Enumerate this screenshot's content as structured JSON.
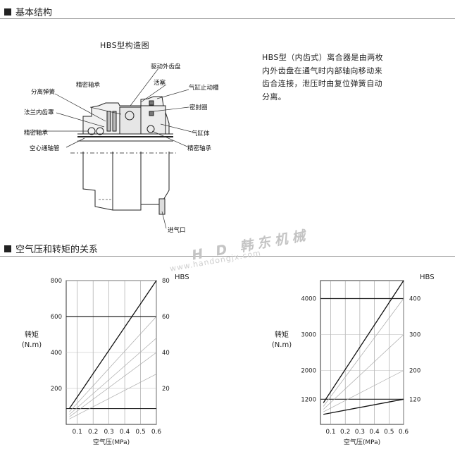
{
  "section1": {
    "title": "基本结构"
  },
  "section2": {
    "title": "空气压和转矩的关系"
  },
  "diagram": {
    "title": "HBS型构造图",
    "labels": {
      "drive_outer_gear": "驱动外齿盘",
      "piston": "活塞",
      "precision_bearing_top": "精密轴承",
      "cylinder_stop_groove": "气缸止动槽",
      "separation_spring": "分离弹簧",
      "seal_ring": "密封圈",
      "flange_inner_gear_cover": "法兰内齿罩",
      "precision_bearing_left": "精密轴承",
      "cylinder_body": "气缸体",
      "hollow_shaft_tube": "空心通轴管",
      "precision_bearing_right": "精密轴承",
      "air_inlet": "进气口"
    }
  },
  "description": "HBS型（内齿式）离合器是由两枚内外齿盘在通气时内部轴向移动来齿合连接，泄压时由复位弹簧自动分离。",
  "watermark": {
    "brand": "H D 韩东机械",
    "url": "www.handongjx.com"
  },
  "chart_data": [
    {
      "type": "line",
      "title": "",
      "right_title": "HBS",
      "ylabel_lines": [
        "转矩",
        "(N.m)"
      ],
      "xlabel": "空气压(MPa)",
      "xlim": [
        0.03,
        0.6
      ],
      "ylim": [
        0,
        800
      ],
      "x_ticks": [
        "0.1",
        "0.2",
        "0.3",
        "0.4",
        "0.5",
        "0.6"
      ],
      "y_ticks_left": [
        "800",
        "600",
        "400",
        "200"
      ],
      "y_ticks_right": [
        "80",
        "60",
        "40",
        "20"
      ],
      "y_ticks_left_values": [
        800,
        600,
        400,
        200
      ],
      "hlines": [
        600,
        88
      ],
      "series": [
        {
          "x": [
            0.05,
            0.6
          ],
          "values": [
            88,
            800
          ],
          "weight": "bold"
        },
        {
          "x": [
            0.05,
            0.6
          ],
          "values": [
            70,
            600
          ],
          "weight": "thin"
        },
        {
          "x": [
            0.05,
            0.6
          ],
          "values": [
            55,
            480
          ],
          "weight": "thin"
        },
        {
          "x": [
            0.05,
            0.6
          ],
          "values": [
            42,
            400
          ],
          "weight": "thin"
        },
        {
          "x": [
            0.05,
            0.6
          ],
          "values": [
            30,
            280
          ],
          "weight": "thin"
        }
      ]
    },
    {
      "type": "line",
      "title": "",
      "right_title": "HBS",
      "ylabel_lines": [
        "转矩",
        "(N.m)"
      ],
      "xlabel": "空气压(MPa)",
      "xlim": [
        0.03,
        0.6
      ],
      "ylim": [
        500,
        4500
      ],
      "x_ticks": [
        "0.1",
        "0.2",
        "0.3",
        "0.4",
        "0.5",
        "0.6"
      ],
      "y_ticks_left": [
        "4000",
        "3000",
        "2000",
        "1200"
      ],
      "y_ticks_right": [
        "400",
        "300",
        "200",
        "120"
      ],
      "y_ticks_left_values": [
        4000,
        3000,
        2000,
        1200
      ],
      "hlines": [
        4000,
        1200
      ],
      "series": [
        {
          "x": [
            0.05,
            0.6
          ],
          "values": [
            1100,
            4500
          ],
          "weight": "bold"
        },
        {
          "x": [
            0.05,
            0.6
          ],
          "values": [
            1000,
            4000
          ],
          "weight": "thin"
        },
        {
          "x": [
            0.05,
            0.6
          ],
          "values": [
            920,
            3000
          ],
          "weight": "thin"
        },
        {
          "x": [
            0.05,
            0.6
          ],
          "values": [
            850,
            2000
          ],
          "weight": "thin"
        },
        {
          "x": [
            0.05,
            0.6
          ],
          "values": [
            780,
            1200
          ],
          "weight": "bold"
        }
      ]
    }
  ]
}
